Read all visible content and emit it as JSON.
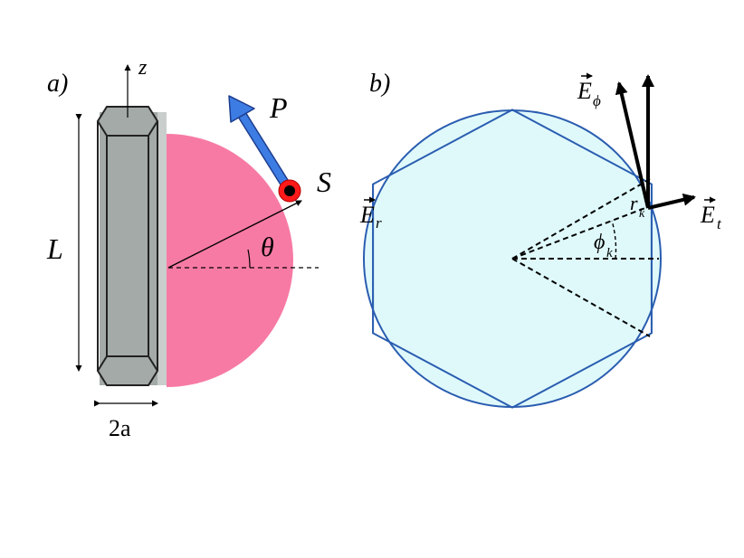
{
  "panel_a": {
    "label": "a)",
    "z_axis": "z",
    "length": "L",
    "width": "2a",
    "angle": "θ",
    "p_label": "P",
    "s_label": "S",
    "colors": {
      "rod_fill": "#a3aaa8",
      "rod_stroke": "#222222",
      "lobe_fill": "#f77aa5",
      "p_arrow": "#3d7de3",
      "s_ring": "#ff1a1a"
    }
  },
  "panel_b": {
    "label": "b)",
    "e_r": "E",
    "e_r_sub": "r",
    "e_phi": "E",
    "e_phi_sub": "ϕ",
    "e_t": "E",
    "e_t_sub": "t",
    "r_k": "r",
    "r_k_sub": "k",
    "phi_k": "ϕ",
    "phi_k_sub": "k",
    "colors": {
      "disk_fill": "#dff9fb",
      "outline": "#2a5db0"
    }
  }
}
